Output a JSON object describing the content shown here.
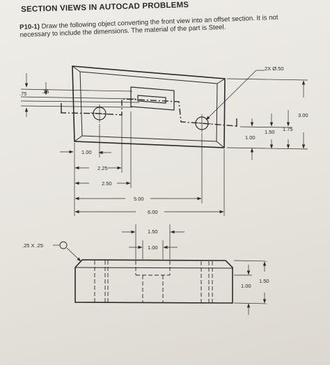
{
  "header": {
    "title": "SECTION VIEWS IN AUTOCAD PROBLEMS"
  },
  "problem": {
    "number": "P10-1)",
    "line1": "Draw the following object converting the front view into an offset section. It is not",
    "line2": "necessary to include the dimensions. The material of the part is Steel."
  },
  "dimensions": {
    "holes_note": "2X Ø.50",
    "left_075": ".75",
    "left_025": ".25",
    "right_300": "3.00",
    "right_175": "1.75",
    "right_150": "1.50",
    "right_100": "1.00",
    "h_100": "1.00",
    "h_225": "2.25",
    "h_250": "2.50",
    "h_500": "5.00",
    "h_600": "6.00",
    "front_150": "1.50",
    "front_100": "1.00",
    "chamfer_note": ".25 X .25",
    "front_right_150": "1.50",
    "front_right_100": "1.00"
  }
}
